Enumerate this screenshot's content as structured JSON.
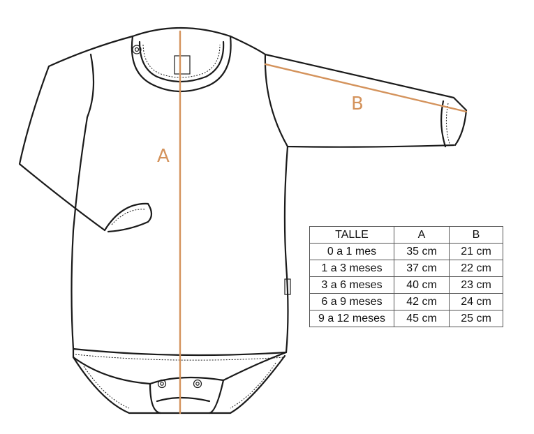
{
  "diagram": {
    "measure_a_label": "A",
    "measure_b_label": "B",
    "measure_color": "#d4935c",
    "line_color": "#1a1a1a"
  },
  "size_table": {
    "headers": [
      "TALLE",
      "A",
      "B"
    ],
    "rows": [
      [
        "0 a 1 mes",
        "35 cm",
        "21 cm"
      ],
      [
        "1 a 3 meses",
        "37 cm",
        "22 cm"
      ],
      [
        "3 a 6 meses",
        "40 cm",
        "23 cm"
      ],
      [
        "6 a 9 meses",
        "42 cm",
        "24 cm"
      ],
      [
        "9 a 12 meses",
        "45 cm",
        "25 cm"
      ]
    ]
  }
}
